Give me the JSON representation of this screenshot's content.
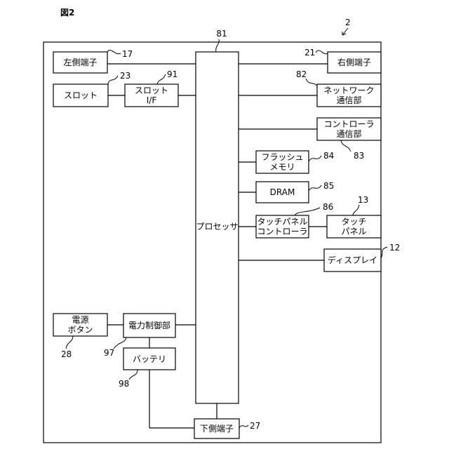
{
  "figure_label": "図2",
  "device_ref": "2",
  "blocks": {
    "processor": {
      "label": "プロセッサ",
      "ref": "81"
    },
    "left_terminal": {
      "label": "左側端子",
      "ref": "17"
    },
    "slot": {
      "label": "スロット",
      "ref": "23"
    },
    "slot_if": {
      "line1": "スロット",
      "line2": "I/F",
      "ref": "91"
    },
    "right_terminal": {
      "label": "右側端子",
      "ref": "21"
    },
    "network_comm": {
      "line1": "ネットワーク",
      "line2": "通信部",
      "ref": "82"
    },
    "controller_comm": {
      "line1": "コントローラ",
      "line2": "通信部",
      "ref": "83"
    },
    "flash_memory": {
      "line1": "フラッシュ",
      "line2": "メモリ",
      "ref": "84"
    },
    "dram": {
      "label": "DRAM",
      "ref": "85"
    },
    "touch_panel_controller": {
      "line1": "タッチパネル",
      "line2": "コントローラ",
      "ref": "86"
    },
    "touch_panel": {
      "line1": "タッチ",
      "line2": "パネル",
      "ref": "13"
    },
    "display": {
      "label": "ディスプレイ",
      "ref": "12"
    },
    "power_button": {
      "line1": "電源",
      "line2": "ボタン",
      "ref": "28"
    },
    "power_control": {
      "label": "電力制御部",
      "ref": "97"
    },
    "battery": {
      "label": "バッテリ",
      "ref": "98"
    },
    "bottom_terminal": {
      "label": "下側端子",
      "ref": "27"
    }
  }
}
